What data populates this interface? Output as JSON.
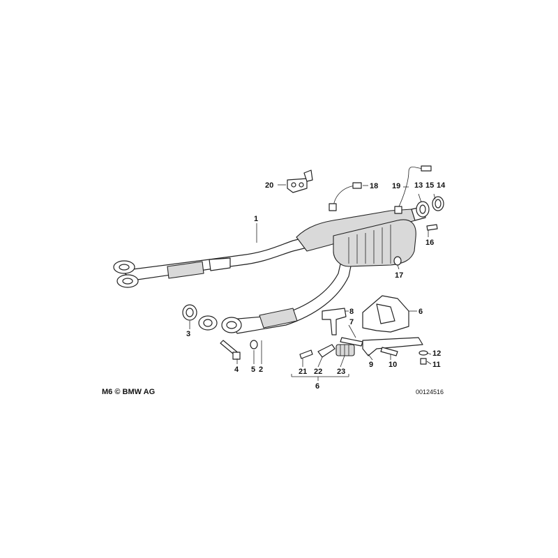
{
  "callouts": [
    {
      "id": "c1",
      "label": "1"
    },
    {
      "id": "c2",
      "label": "2"
    },
    {
      "id": "c3",
      "label": "3"
    },
    {
      "id": "c4",
      "label": "4"
    },
    {
      "id": "c5",
      "label": "5"
    },
    {
      "id": "c6a",
      "label": "6"
    },
    {
      "id": "c6b",
      "label": "6"
    },
    {
      "id": "c7",
      "label": "7"
    },
    {
      "id": "c8",
      "label": "8"
    },
    {
      "id": "c9",
      "label": "9"
    },
    {
      "id": "c10",
      "label": "10"
    },
    {
      "id": "c11",
      "label": "11"
    },
    {
      "id": "c12",
      "label": "12"
    },
    {
      "id": "c13",
      "label": "13"
    },
    {
      "id": "c14",
      "label": "14"
    },
    {
      "id": "c15",
      "label": "15"
    },
    {
      "id": "c16",
      "label": "16"
    },
    {
      "id": "c17",
      "label": "17"
    },
    {
      "id": "c18",
      "label": "18"
    },
    {
      "id": "c19",
      "label": "19"
    },
    {
      "id": "c20",
      "label": "20"
    },
    {
      "id": "c21",
      "label": "21"
    },
    {
      "id": "c22",
      "label": "22"
    },
    {
      "id": "c23",
      "label": "23"
    }
  ],
  "footer": {
    "copyright": "M6 © BMW AG",
    "diagram_number": "00124516"
  }
}
